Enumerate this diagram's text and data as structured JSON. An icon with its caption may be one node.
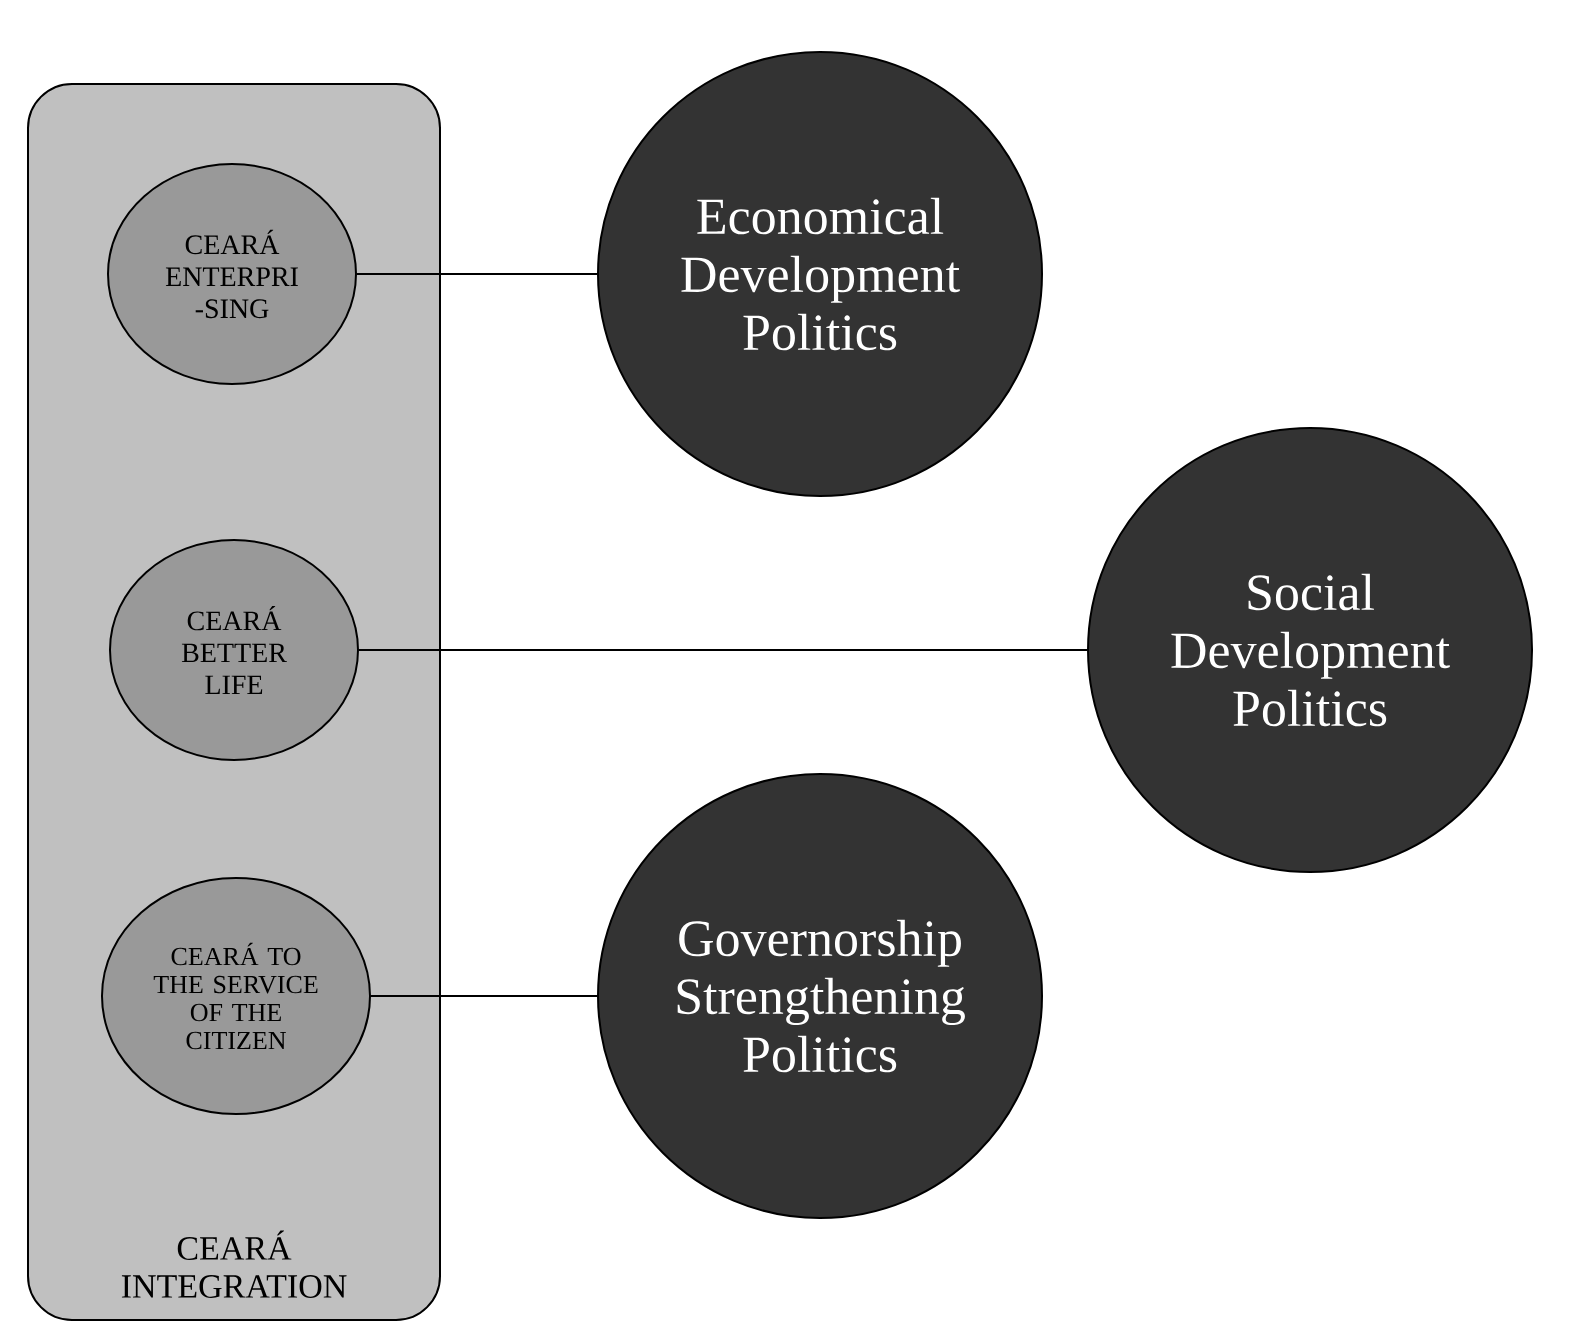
{
  "diagram": {
    "nodes": [
      {
        "text": [
          "CEARÁ INTEGRATION"
        ]
      },
      {
        "text": [
          "CEARÁ ENTERPRI -SING"
        ],
        "in": 0
      },
      {
        "text": [
          "CEARÁ BETTER LIFE"
        ],
        "in": 0
      },
      {
        "text": [
          "CEARÁ TO THE SERVICE OF THE CITIZEN"
        ],
        "in": 0
      },
      {
        "text": [
          "Economical Development Politics"
        ]
      },
      {
        "text": [
          "Social Development Politics"
        ]
      },
      {
        "text": [
          "Governorship Strengthening Politics"
        ]
      }
    ],
    "edges": [
      {
        "from": 1,
        "to": 4,
        "arrow": "none"
      },
      {
        "from": 2,
        "to": 5,
        "arrow": "none"
      },
      {
        "from": 3,
        "to": 6,
        "arrow": "none"
      }
    ]
  }
}
